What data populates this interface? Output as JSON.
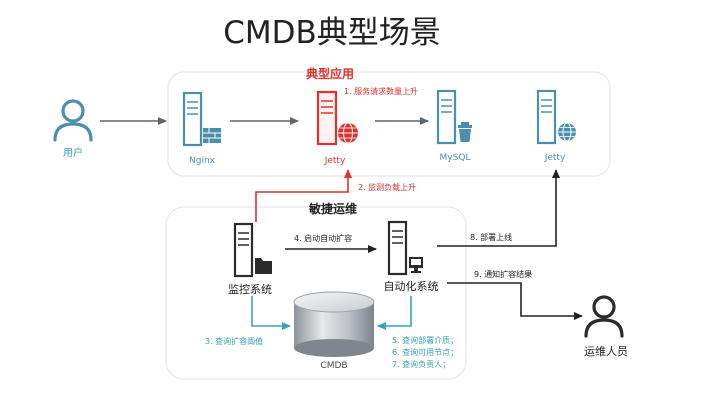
{
  "title": "CMDB典型场景",
  "sections": {
    "typical": "典型应用",
    "ops": "敏捷运维"
  },
  "actors": {
    "user": "用户",
    "ops_staff": "运维人员"
  },
  "servers": {
    "nginx": "Nginx",
    "jetty_hot": "Jetty",
    "mysql": "MySQL",
    "jetty": "Jetty",
    "monitor": "监控系统",
    "automation": "自动化系统",
    "cmdb": "CMDB"
  },
  "steps": {
    "s1": "1. 服务请求数量上升",
    "s2": "2. 监测负载上升",
    "s3": "3. 查询扩容阈值",
    "s4": "4. 启动自动扩容",
    "s5": "5. 查询部署介质；",
    "s6": "6. 查询可用节点；",
    "s7": "7. 查询负责人；",
    "s8": "8. 部署上线",
    "s9": "9. 通知扩容结果"
  },
  "colors": {
    "server": "#4a8fb0",
    "accent_red": "#e2302d",
    "teal": "#35a3b8",
    "dark": "#222222",
    "label": "#555555"
  }
}
